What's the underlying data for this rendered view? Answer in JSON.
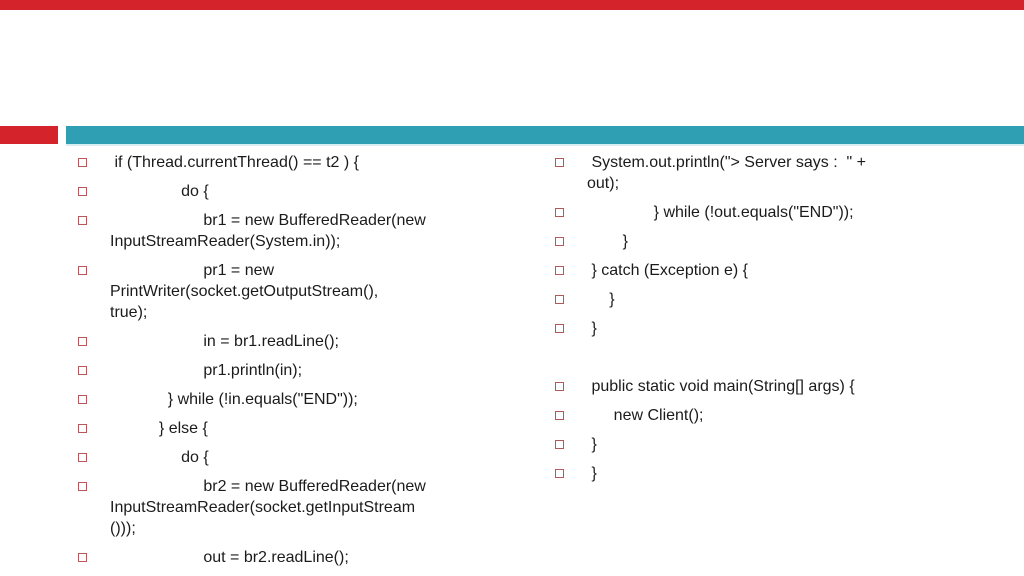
{
  "slide": {
    "colors": {
      "top_bar_red": "#d5232b",
      "accent_block_red": "#d5232b",
      "band_teal": "#2f9fb4",
      "band_edge": "#d8edf2",
      "bullet_outline": "#b5575b",
      "text": "#1b1b1b",
      "background": "#ffffff"
    },
    "columns": [
      {
        "name": "left",
        "items": [
          {
            "bullet": true,
            "lines": [
              " if (Thread.currentThread() == t2 ) {"
            ]
          },
          {
            "bullet": true,
            "lines": [
              "                do {"
            ]
          },
          {
            "bullet": true,
            "lines": [
              "                     br1 = new BufferedReader(new",
              "InputStreamReader(System.in));"
            ]
          },
          {
            "bullet": true,
            "lines": [
              "                     pr1 = new",
              "PrintWriter(socket.getOutputStream(),",
              "true);"
            ]
          },
          {
            "bullet": true,
            "lines": [
              "                     in = br1.readLine();"
            ]
          },
          {
            "bullet": true,
            "lines": [
              "                     pr1.println(in);"
            ]
          },
          {
            "bullet": true,
            "lines": [
              "             } while (!in.equals(\"END\"));"
            ]
          },
          {
            "bullet": true,
            "lines": [
              "           } else {"
            ]
          },
          {
            "bullet": true,
            "lines": [
              "                do {"
            ]
          },
          {
            "bullet": true,
            "lines": [
              "                     br2 = new BufferedReader(new",
              "InputStreamReader(socket.getInputStream",
              "()));"
            ]
          },
          {
            "bullet": true,
            "lines": [
              "                     out = br2.readLine();"
            ]
          }
        ]
      },
      {
        "name": "right",
        "items": [
          {
            "bullet": true,
            "lines": [
              " System.out.println(\"> Server says :  \" +",
              "out);"
            ]
          },
          {
            "bullet": true,
            "lines": [
              "               } while (!out.equals(\"END\"));"
            ]
          },
          {
            "bullet": true,
            "lines": [
              "        }"
            ]
          },
          {
            "bullet": true,
            "lines": [
              " } catch (Exception e) {"
            ]
          },
          {
            "bullet": true,
            "lines": [
              "     }"
            ]
          },
          {
            "bullet": true,
            "lines": [
              " }"
            ]
          },
          {
            "bullet": false,
            "lines": [
              ""
            ]
          },
          {
            "bullet": true,
            "lines": [
              " public static void main(String[] args) {"
            ]
          },
          {
            "bullet": true,
            "lines": [
              "      new Client();"
            ]
          },
          {
            "bullet": true,
            "lines": [
              " }"
            ]
          },
          {
            "bullet": true,
            "lines": [
              " }"
            ]
          }
        ]
      }
    ]
  }
}
